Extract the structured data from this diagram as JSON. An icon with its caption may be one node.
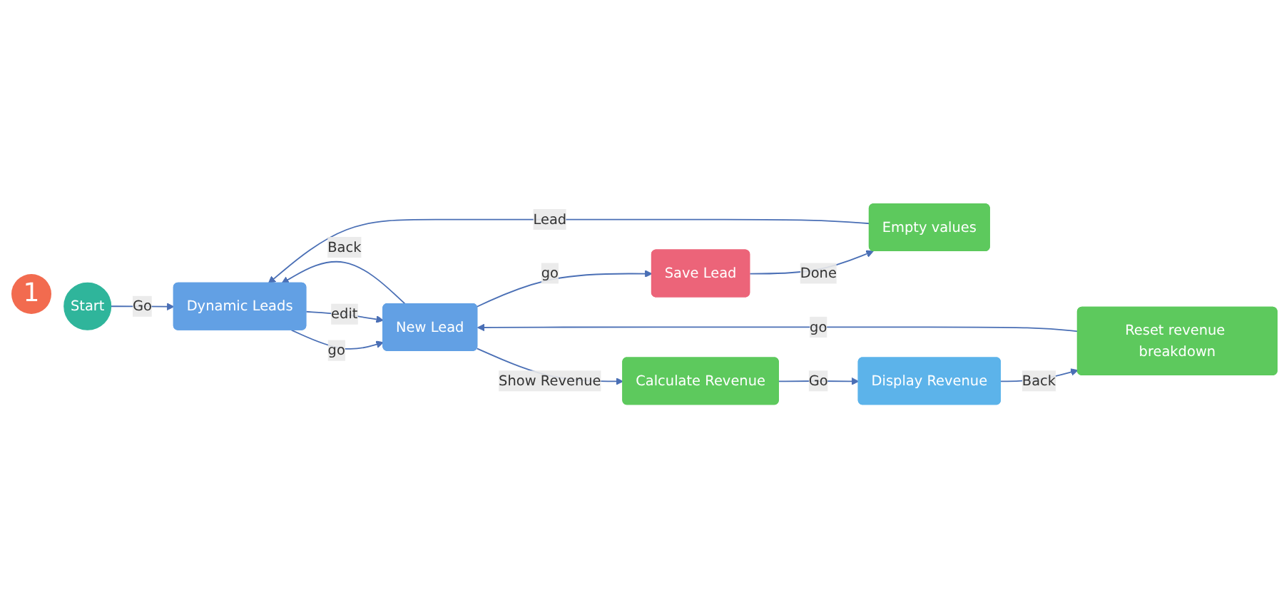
{
  "diagram": {
    "nodes": [
      {
        "text": [
          "Start"
        ]
      },
      {
        "text": [
          "Dynamic Leads"
        ]
      },
      {
        "text": [
          "New Lead"
        ]
      },
      {
        "text": [
          "Reset revenue breakdown"
        ]
      },
      {
        "text": [
          "Empty values"
        ]
      },
      {
        "text": [
          "Save Lead"
        ]
      },
      {
        "text": [
          "Display Revenue"
        ]
      },
      {
        "text": [
          "Calculate Revenue"
        ]
      }
    ],
    "edges": [
      {
        "from": 0,
        "to": 1,
        "arrow": "to",
        "label": "Go"
      },
      {
        "from": 1,
        "to": 2,
        "arrow": "to",
        "label": "go"
      },
      {
        "from": 2,
        "to": 1,
        "arrow": "to",
        "label": "Back"
      },
      {
        "from": 1,
        "to": 2,
        "arrow": "to",
        "label": "edit"
      },
      {
        "from": 3,
        "to": 2,
        "arrow": "to",
        "label": "go"
      },
      {
        "from": 4,
        "to": 1,
        "arrow": "to",
        "label": "Lead"
      },
      {
        "from": 5,
        "to": 4,
        "arrow": "to",
        "label": "Done"
      },
      {
        "from": 2,
        "to": 5,
        "arrow": "to",
        "label": "go"
      },
      {
        "from": 6,
        "to": 3,
        "arrow": "to",
        "label": "Back"
      },
      {
        "from": 7,
        "to": 6,
        "arrow": "to",
        "label": "Go"
      },
      {
        "from": 2,
        "to": 7,
        "arrow": "to",
        "label": "Show Revenue"
      }
    ],
    "labels": [
      "1"
    ]
  }
}
